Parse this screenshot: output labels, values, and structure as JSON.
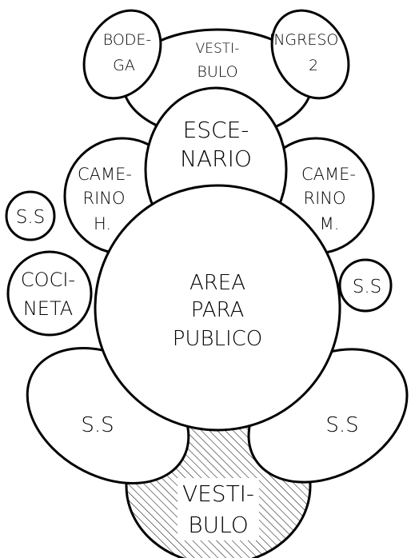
{
  "colors": {
    "stroke": "#000000",
    "fill": "#ffffff",
    "hatch": "#000000"
  },
  "rooms": {
    "bodega": [
      "BODE-",
      "GA"
    ],
    "vestibulo_top": [
      "VESTI-",
      "BULO"
    ],
    "ingreso": [
      "INGRESO",
      "2"
    ],
    "escenario": [
      "ESCE-",
      "NARIO"
    ],
    "camerino_h": [
      "CAME-",
      "RINO",
      "H."
    ],
    "camerino_m": [
      "CAME-",
      "RINO",
      "M."
    ],
    "ss_left_small": [
      "S.S"
    ],
    "ss_right_small": [
      "S.S"
    ],
    "cocineta": [
      "COCI-",
      "NETA"
    ],
    "area_publico": [
      "AREA",
      "PARA",
      "PUBLICO"
    ],
    "ss_bottom_left": [
      "S.S"
    ],
    "ss_bottom_right": [
      "S.S"
    ],
    "vestibulo_bottom": [
      "VESTI-",
      "BULO"
    ]
  }
}
